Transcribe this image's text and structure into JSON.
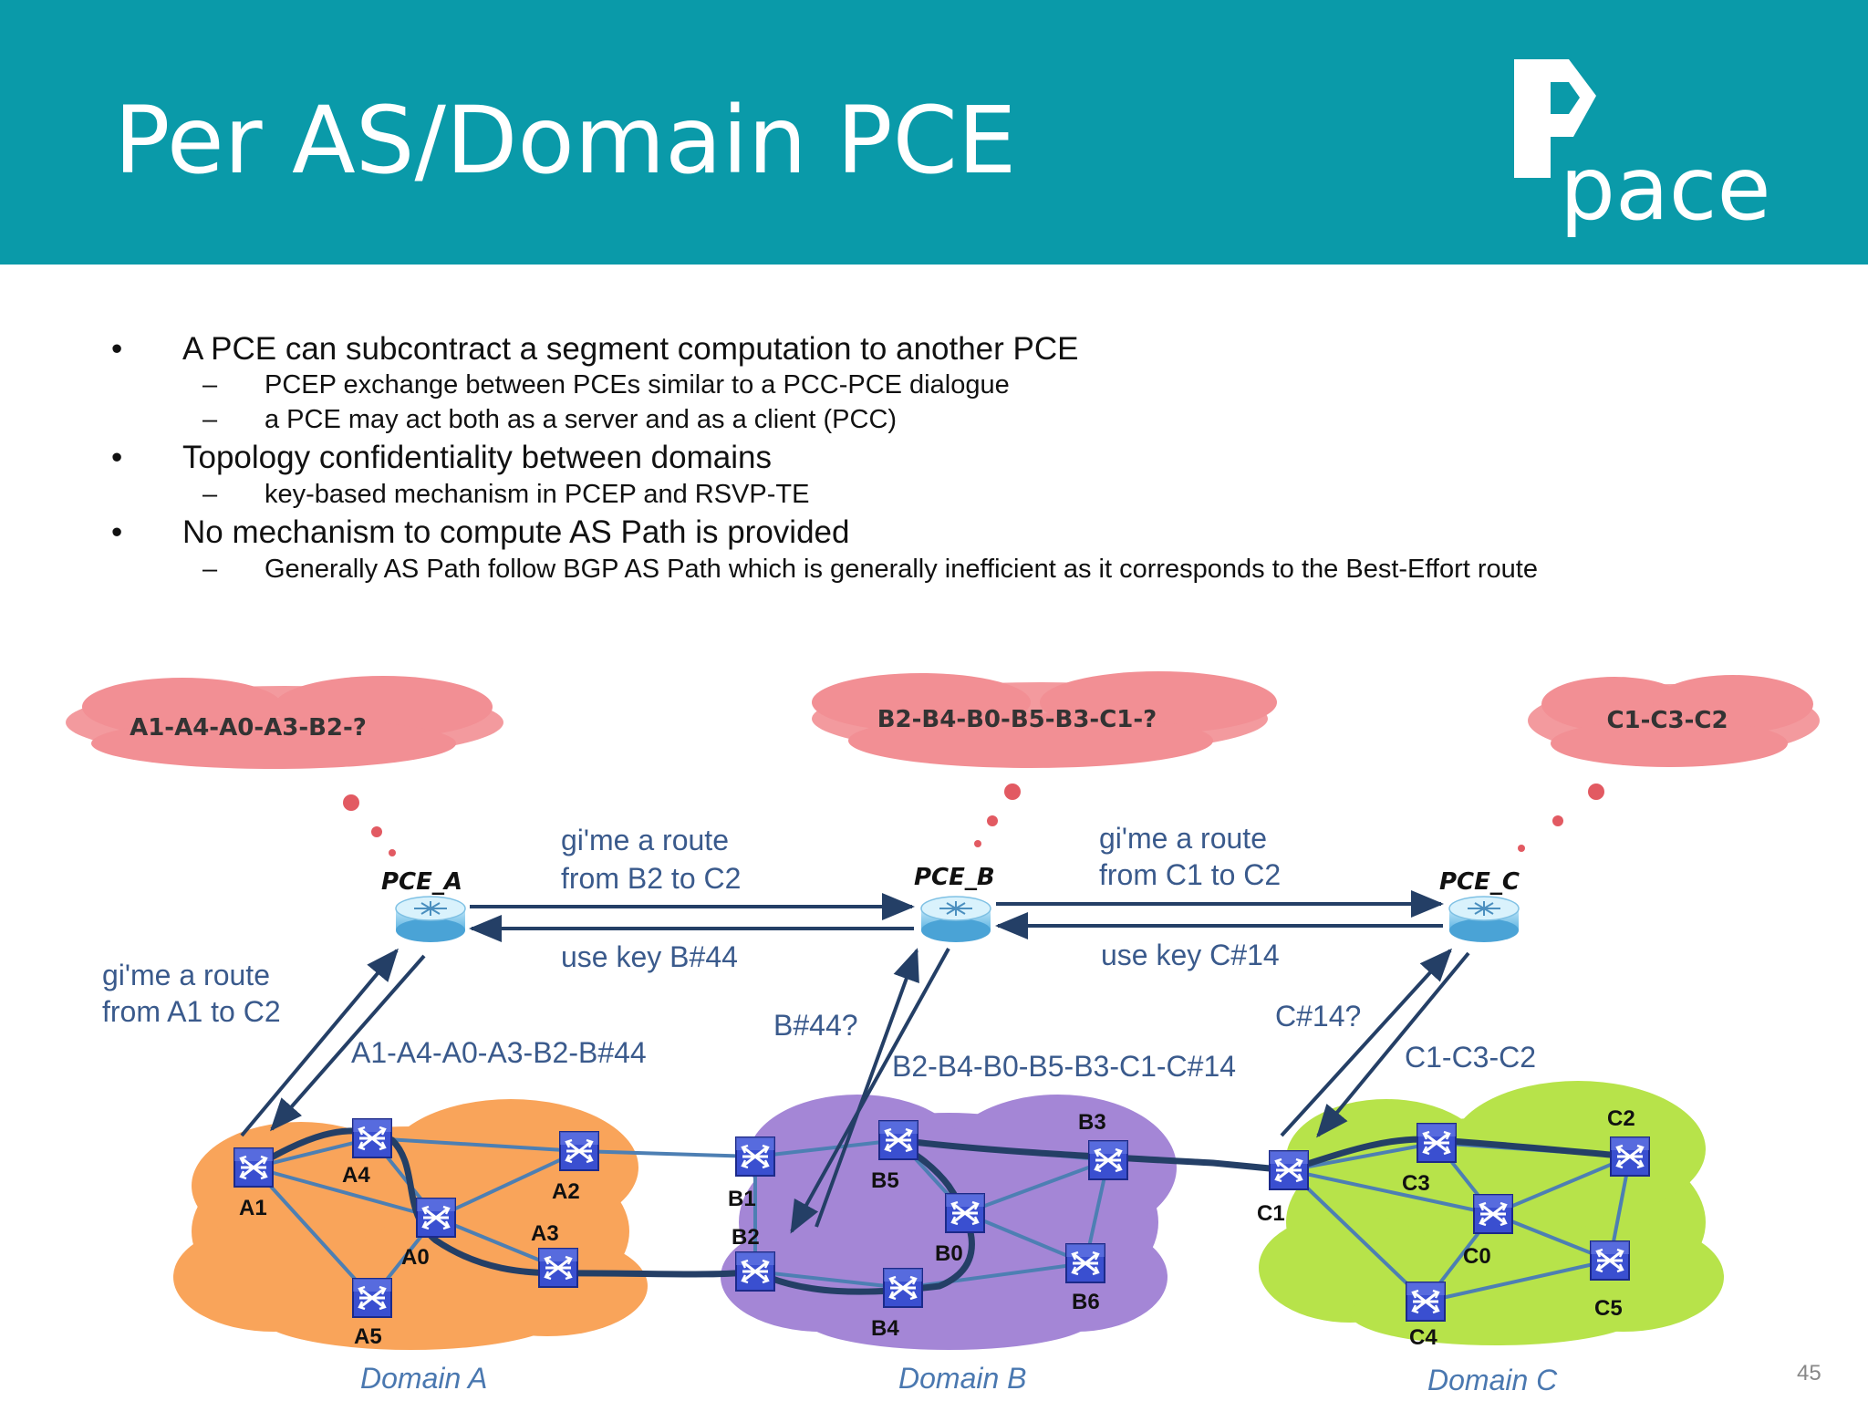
{
  "slide": {
    "title": "Per AS/Domain PCE",
    "logo_text": "pace",
    "page_number": "45"
  },
  "bullets": [
    {
      "marker": "•",
      "text": "A PCE can subcontract a segment computation to another PCE",
      "subs": [
        {
          "marker": "–",
          "text": "PCEP exchange between PCEs similar to a PCC-PCE dialogue"
        },
        {
          "marker": "–",
          "text": "a PCE may act both as a server and as a client (PCC)"
        }
      ]
    },
    {
      "marker": "•",
      "text": "Topology confidentiality between domains",
      "subs": [
        {
          "marker": "–",
          "text": "key-based mechanism in PCEP and RSVP-TE"
        }
      ]
    },
    {
      "marker": "•",
      "text": "No mechanism to compute AS Path is provided",
      "subs": [
        {
          "marker": "–",
          "text": "Generally AS Path follow BGP AS Path which is generally inefficient as it corresponds to the Best-Effort route"
        }
      ]
    }
  ],
  "diagram": {
    "thoughts": {
      "a": "A1-A4-A0-A3-B2-?",
      "b": "B2-B4-B0-B5-B3-C1-?",
      "c": "C1-C3-C2"
    },
    "pce": {
      "a": "PCE_A",
      "b": "PCE_B",
      "c": "PCE_C"
    },
    "messages": {
      "ab_request_1": "gi'me a route",
      "ab_request_2": "from B2 to C2",
      "ab_reply": "use key B#44",
      "bc_request_1": "gi'me a route",
      "bc_request_2": "from C1 to C2",
      "bc_reply": "use key C#14",
      "a_request_1": "gi'me a route",
      "a_request_2": "from A1 to C2",
      "a_reply": "A1-A4-A0-A3-B2-B#44",
      "b_query": "B#44?",
      "b_reply": "B2-B4-B0-B5-B3-C1-C#14",
      "c_query": "C#14?",
      "c_reply": "C1-C3-C2"
    },
    "domains": {
      "a": "Domain A",
      "b": "Domain B",
      "c": "Domain C"
    },
    "nodes": {
      "A1": "A1",
      "A4": "A4",
      "A0": "A0",
      "A2": "A2",
      "A3": "A3",
      "A5": "A5",
      "B1": "B1",
      "B2": "B2",
      "B5": "B5",
      "B3": "B3",
      "B0": "B0",
      "B4": "B4",
      "B6": "B6",
      "C1": "C1",
      "C3": "C3",
      "C2": "C2",
      "C0": "C0",
      "C5": "C5",
      "C4": "C4"
    },
    "colors": {
      "header": "#0a9aa9",
      "message_text": "#3a5a8c",
      "domain_a": "#f9a45a",
      "domain_b": "#a486d6",
      "domain_c": "#b7e34a",
      "thought": "#f28f94",
      "path": "#243f66"
    }
  }
}
